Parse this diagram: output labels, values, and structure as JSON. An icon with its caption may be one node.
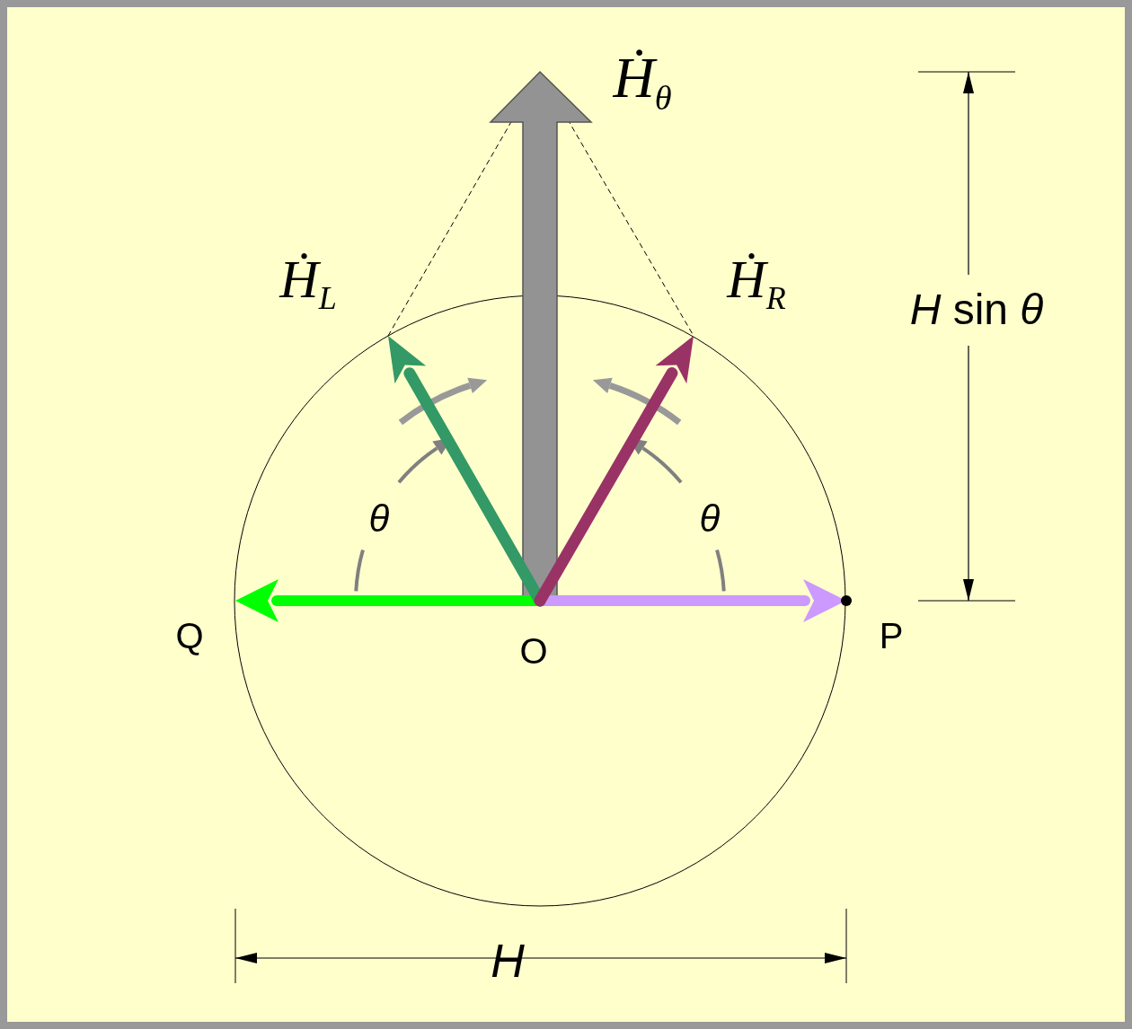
{
  "diagram": {
    "labels": [
      "Ḣ$_{θ}$",
      "Ḣ$_{L}$",
      "Ḣ$_{R}$",
      "*H* sin *θ*",
      "θ",
      "θ",
      "Q",
      "O",
      "P",
      "H"
    ]
  }
}
